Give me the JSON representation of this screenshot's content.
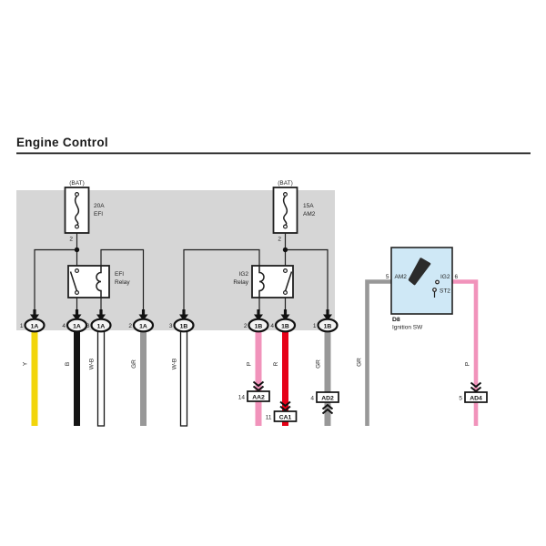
{
  "title": "Engine Control",
  "colors": {
    "panel_bg": "#d6d6d6",
    "ignition_bg": "#cfe8f6",
    "wire_yellow": "#f2d50a",
    "wire_black": "#141414",
    "wire_gray": "#989898",
    "wire_pink": "#f193bb",
    "wire_red": "#e60017",
    "wire_white": "#ffffff"
  },
  "fuses": [
    {
      "location": "(BAT)",
      "rating": "20A",
      "name": "EFI",
      "terminal": "2"
    },
    {
      "location": "(BAT)",
      "rating": "15A",
      "name": "AM2",
      "terminal": "2"
    }
  ],
  "relays": [
    {
      "name": "EFI",
      "name2": "Relay"
    },
    {
      "name": "IG2",
      "name2": "Relay"
    }
  ],
  "relay_connectors": [
    {
      "pin": "1",
      "code": "1A",
      "wire": "Y"
    },
    {
      "pin": "4",
      "code": "1A",
      "wire": "B"
    },
    {
      "pin": "3",
      "code": "1A",
      "wire": "W-B"
    },
    {
      "pin": "2",
      "code": "1A",
      "wire": "GR"
    },
    {
      "pin": "3",
      "code": "1B",
      "wire": "W-B"
    },
    {
      "pin": "2",
      "code": "1B",
      "wire": "P"
    },
    {
      "pin": "4",
      "code": "1B",
      "wire": "R"
    },
    {
      "pin": "1",
      "code": "1B",
      "wire": "GR"
    }
  ],
  "inline_connectors": [
    {
      "pin": "14",
      "code": "AA2"
    },
    {
      "pin": "11",
      "code": "CA1"
    },
    {
      "pin": "4",
      "code": "AD2"
    },
    {
      "pin": "5",
      "code": "AD4"
    }
  ],
  "ignition_switch": {
    "code": "D8",
    "name": "Ignition SW",
    "pin_left_num": "5",
    "pin_left_label": "AM2",
    "pin_right_label": "IG2",
    "pin_right_num": "6",
    "pin_st2_label": "ST2",
    "wire_left_label": "GR",
    "wire_right_label": "P"
  }
}
